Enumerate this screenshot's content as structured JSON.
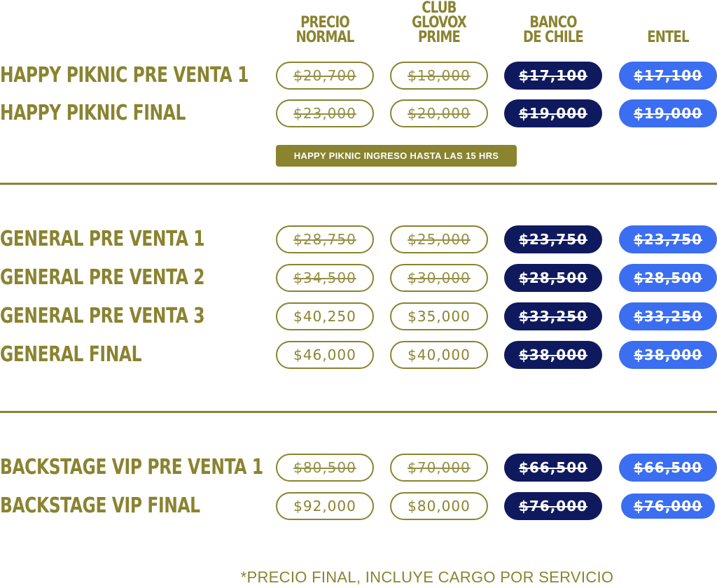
{
  "columns": {
    "precio_normal": "PRECIO\nNORMAL",
    "club_glovox": "CLUB\nGLOVOX\nPRIME",
    "banco_chile": "BANCO\nDE CHILE",
    "entel": "ENTEL"
  },
  "rows": [
    {
      "label": "HAPPY PIKNIC PRE VENTA 1",
      "normal": "$20,700",
      "club": "$18,000",
      "banco": "$17,100",
      "entel": "$17,100",
      "normal_struck": true,
      "club_struck": true
    },
    {
      "label": "HAPPY PIKNIC FINAL",
      "normal": "$23,000",
      "club": "$20,000",
      "banco": "$19,000",
      "entel": "$19,000",
      "normal_struck": true,
      "club_struck": true
    },
    {
      "label": "GENERAL PRE VENTA 1",
      "normal": "$28,750",
      "club": "$25,000",
      "banco": "$23,750",
      "entel": "$23,750",
      "normal_struck": true,
      "club_struck": true
    },
    {
      "label": "GENERAL PRE VENTA 2",
      "normal": "$34,500",
      "club": "$30,000",
      "banco": "$28,500",
      "entel": "$28,500",
      "normal_struck": true,
      "club_struck": true
    },
    {
      "label": "GENERAL PRE VENTA 3",
      "normal": "$40,250",
      "club": "$35,000",
      "banco": "$33,250",
      "entel": "$33,250",
      "normal_struck": false,
      "club_struck": false
    },
    {
      "label": "GENERAL FINAL",
      "normal": "$46,000",
      "club": "$40,000",
      "banco": "$38,000",
      "entel": "$38,000",
      "normal_struck": false,
      "club_struck": false
    },
    {
      "label": "BACKSTAGE VIP PRE VENTA 1",
      "normal": "$80,500",
      "club": "$70,000",
      "banco": "$66,500",
      "entel": "$66,500",
      "normal_struck": true,
      "club_struck": true
    },
    {
      "label": "BACKSTAGE VIP FINAL",
      "normal": "$92,000",
      "club": "$80,000",
      "banco": "$76,000",
      "entel": "$76,000",
      "normal_struck": false,
      "club_struck": false
    }
  ],
  "note": "HAPPY PIKNIC INGRESO HASTA LAS 15 HRS",
  "footnote": "*PRECIO FINAL, INCLUYE CARGO POR SERVICIO",
  "colors": {
    "olive": "#8a8330",
    "banco_navy": "#0f1a5e",
    "entel_blue": "#3b6ef0"
  }
}
